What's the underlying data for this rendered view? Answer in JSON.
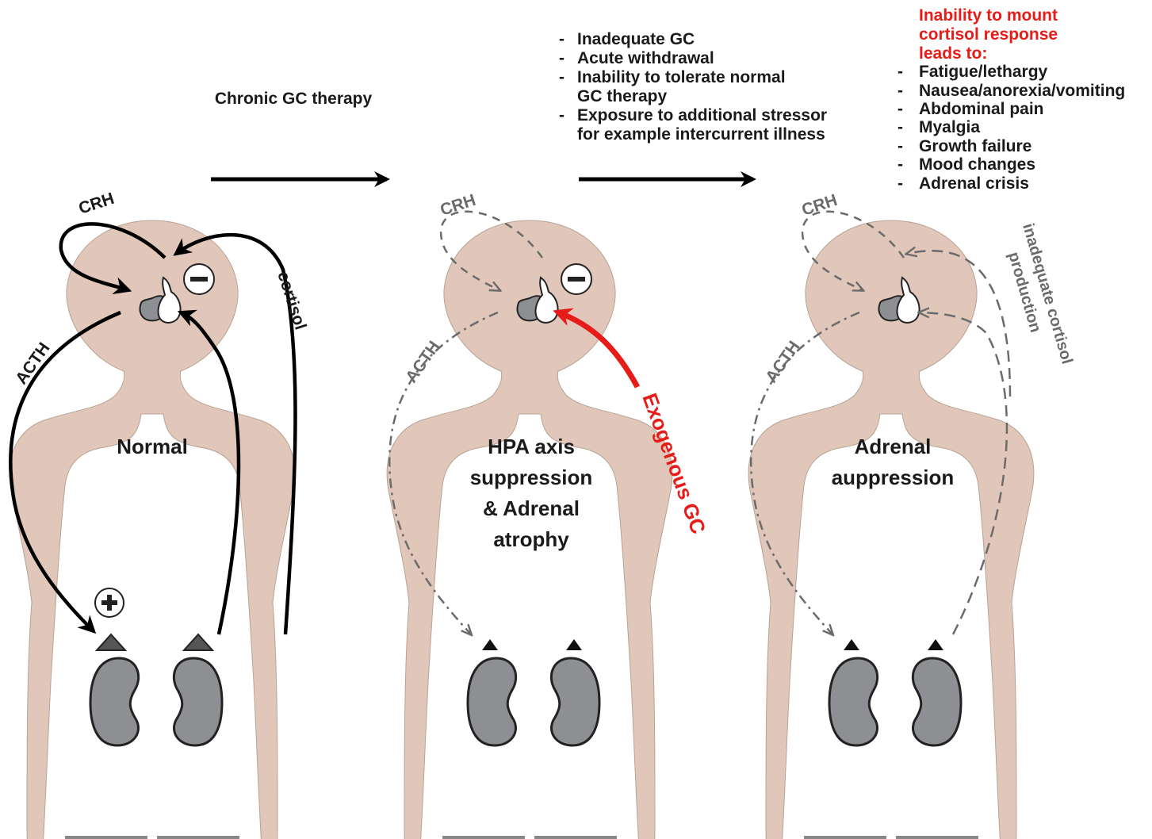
{
  "colors": {
    "skin": "#e1c7b9",
    "kidney": "#8d8f92",
    "adrenal": "#3d3d3d",
    "solid_arrow": "#000000",
    "dashed_arrow": "#6b6b6b",
    "red": "#e51c18"
  },
  "transitions": [
    {
      "label": "Chronic GC therapy"
    },
    {
      "bullets": [
        "Inadequate GC",
        "Acute withdrawal",
        "Inability to tolerate normal",
        "GC therapy",
        "Exposure to additional stressor",
        "for example intercurrent illness"
      ]
    }
  ],
  "consequences": {
    "heading_lines": [
      "Inability to mount",
      "cortisol response",
      "leads to:"
    ],
    "items": [
      "Fatigue/lethargy",
      "Nausea/anorexia/vomiting",
      "Abdominal pain",
      "Myalgia",
      "Growth failure",
      "Mood changes",
      "Adrenal crisis"
    ]
  },
  "panels": [
    {
      "state_lines": [
        "Normal"
      ],
      "labels": {
        "crh": "CRH",
        "acth": "ACTH",
        "cortisol": "cortisol",
        "minus": "−",
        "plus": "+"
      }
    },
    {
      "state_lines": [
        "HPA axis",
        "suppression",
        "& Adrenal",
        "atrophy"
      ],
      "labels": {
        "crh": "CRH",
        "acth": "ACTH",
        "minus": "−",
        "exogenous": "Exogenous GC"
      }
    },
    {
      "state_lines": [
        "Adrenal",
        "auppression"
      ],
      "labels": {
        "crh": "CRH",
        "acth": "ACTH",
        "inadequate_1": "inadequate cortisol",
        "inadequate_2": "production"
      }
    }
  ],
  "icons": [
    "child-body-icon",
    "pituitary-icon",
    "kidney-icon",
    "adrenal-gland-icon",
    "minus-circle-icon",
    "plus-circle-icon",
    "arrow-right-icon"
  ]
}
